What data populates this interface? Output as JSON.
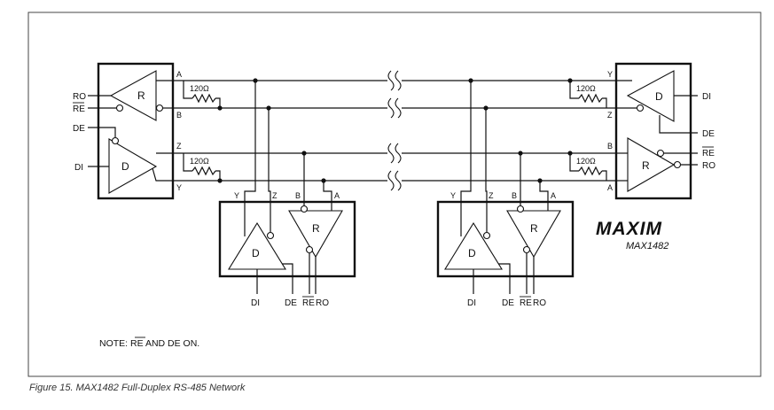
{
  "caption": "Figure 15.  MAX1482 Full-Duplex RS-485 Network",
  "note": {
    "prefix": "NOTE:  ",
    "overbar": "RE",
    "suffix": " AND DE ON."
  },
  "logo": {
    "brand": "MAXIM",
    "part": "MAX1482"
  },
  "resistor_label": "120Ω",
  "blocks": {
    "driver": "D",
    "receiver": "R"
  },
  "pins": {
    "ro": "RO",
    "re": "RE",
    "de": "DE",
    "di": "DI",
    "a": "A",
    "b": "B",
    "y": "Y",
    "z": "Z"
  }
}
